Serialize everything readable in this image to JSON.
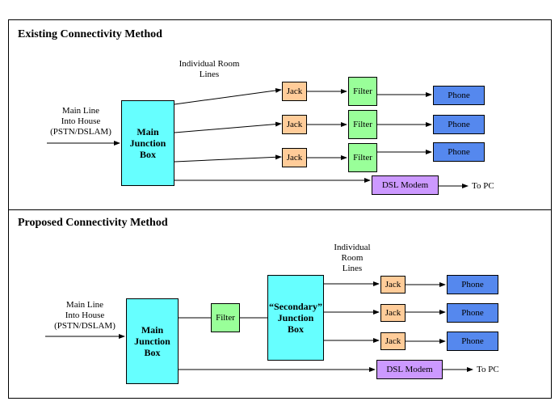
{
  "existing": {
    "title": "Existing Connectivity Method",
    "main_line_label": [
      "Main Line",
      "Into House",
      "(PSTN/DSLAM)"
    ],
    "room_lines_label": [
      "Individual Room",
      "Lines"
    ],
    "junction_box": [
      "Main",
      "Junction",
      "Box"
    ],
    "jacks": [
      "Jack",
      "Jack",
      "Jack"
    ],
    "filters": [
      "Filter",
      "Filter",
      "Filter"
    ],
    "phones": [
      "Phone",
      "Phone",
      "Phone"
    ],
    "modem": "DSL Modem",
    "to_pc": "To PC"
  },
  "proposed": {
    "title": "Proposed Connectivity Method",
    "main_line_label": [
      "Main Line",
      "Into House",
      "(PSTN/DSLAM)"
    ],
    "room_lines_label": [
      "Individual",
      "Room",
      "Lines"
    ],
    "junction_box": [
      "Main",
      "Junction",
      "Box"
    ],
    "filter": "Filter",
    "secondary_box": [
      "“Secondary”",
      "Junction",
      "Box"
    ],
    "jacks": [
      "Jack",
      "Jack",
      "Jack"
    ],
    "phones": [
      "Phone",
      "Phone",
      "Phone"
    ],
    "modem": "DSL Modem",
    "to_pc": "To PC"
  }
}
